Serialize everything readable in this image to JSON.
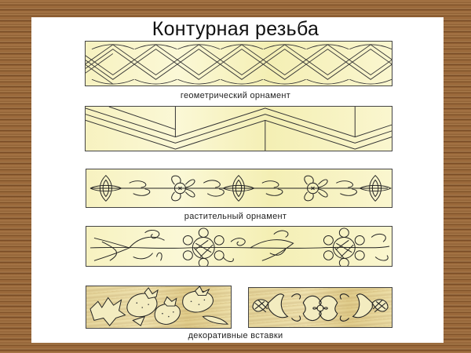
{
  "slide": {
    "title": "Контурная резьба",
    "background": "wood-texture",
    "colors": {
      "wood": "#9a6a3a",
      "panel": "#ffffff",
      "ornament_fill": "#f7f2c0",
      "line": "#222222"
    }
  },
  "sections": [
    {
      "caption": "геометрический орнамент",
      "panels": [
        "geometric-lattice-band",
        "geometric-zigzag-band"
      ]
    },
    {
      "caption": "растительный орнамент",
      "panels": [
        "floral-band-flowers-and-leaves",
        "floral-band-sunflowers-and-vines"
      ]
    },
    {
      "caption": "декоративные вставки",
      "panels": [
        "strawberry-insert",
        "scroll-flower-insert"
      ]
    }
  ]
}
